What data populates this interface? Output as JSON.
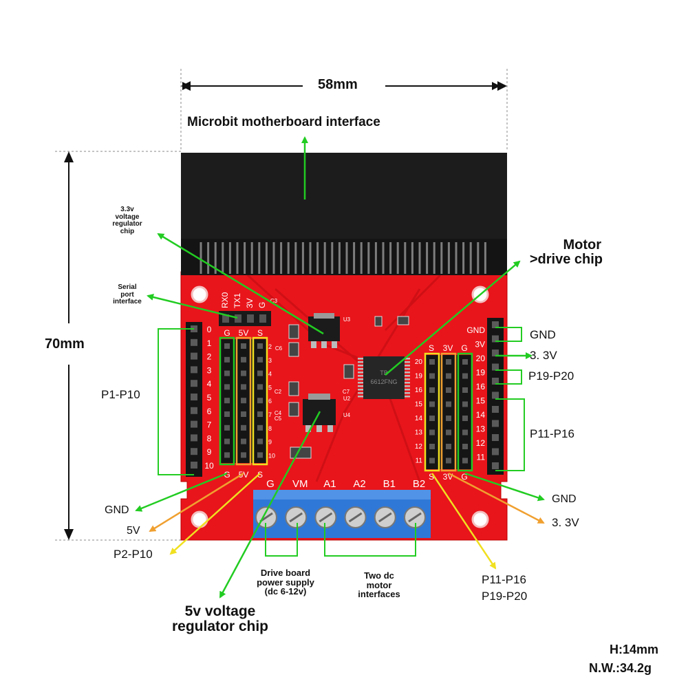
{
  "dimensions": {
    "width": "58mm",
    "height": "70mm",
    "thickness": "H:14mm",
    "net_weight": "N.W.:34.2g"
  },
  "labels": {
    "microbit_interface": "Microbit motherboard interface",
    "reg33_line1": "3.3v",
    "reg33_line2": "voltage",
    "reg33_line3": "regulator",
    "reg33_line4": "chip",
    "serial_line1": "Serial",
    "serial_line2": "port",
    "serial_line3": "interface",
    "motor_line1": "Motor",
    "motor_line2": ">drive chip",
    "p1_p10": "P1-P10",
    "gnd_left": "GND",
    "v5_left": "5V",
    "p2_p10": "P2-P10",
    "reg5_line1": "5v voltage",
    "reg5_line2": "regulator chip",
    "power_line1": "Drive board",
    "power_line2": "power supply",
    "power_line3": "(dc 6-12v)",
    "motor_if_line1": "Two dc",
    "motor_if_line2": "motor",
    "motor_if_line3": "interfaces",
    "right_gnd_top": "GND",
    "right_33v_top": "3. 3V",
    "right_p19_p20": "P19-P20",
    "right_p11_p16": "P11-P16",
    "right_gnd_bottom": "GND",
    "right_33v_bottom": "3. 3V",
    "right_signal_line1": "P11-P16",
    "right_signal_line2": "P19-P20"
  },
  "board_silk": {
    "left_header_pins": [
      "0",
      "1",
      "2",
      "3",
      "4",
      "5",
      "6",
      "7",
      "8",
      "9",
      "10"
    ],
    "left_group_top": [
      "G",
      "5V",
      "S"
    ],
    "left_group_bottom": [
      "G",
      "5V",
      "S"
    ],
    "left_inner_nums": [
      "2",
      "3",
      "4",
      "5",
      "6",
      "7",
      "8",
      "9",
      "10"
    ],
    "serial_pins": [
      "RX0",
      "TX1",
      "3V",
      "G"
    ],
    "right_group_top": [
      "S",
      "3V",
      "G"
    ],
    "right_group_bottom": [
      "S",
      "3V",
      "G"
    ],
    "right_inner_nums": [
      "20",
      "19",
      "16",
      "15",
      "14",
      "13",
      "12",
      "11"
    ],
    "right_header_labels": [
      "GND",
      "3V",
      "20",
      "19",
      "16",
      "15",
      "14",
      "13",
      "12",
      "11"
    ],
    "terminal_labels": [
      "G",
      "VM",
      "A1",
      "A2",
      "B1",
      "B2"
    ],
    "chip_text_motor": [
      "TB",
      "6612FNG"
    ],
    "component_refs": [
      "C3",
      "U3",
      "C6",
      "C7",
      "U2",
      "C2",
      "C4",
      "C5",
      "U4"
    ]
  },
  "colors": {
    "pcb": "#e8151b",
    "connector": "#141414",
    "terminal": "#2f78d8",
    "green": "#22cc22",
    "orange": "#f0a030",
    "yellow": "#f0e020"
  }
}
